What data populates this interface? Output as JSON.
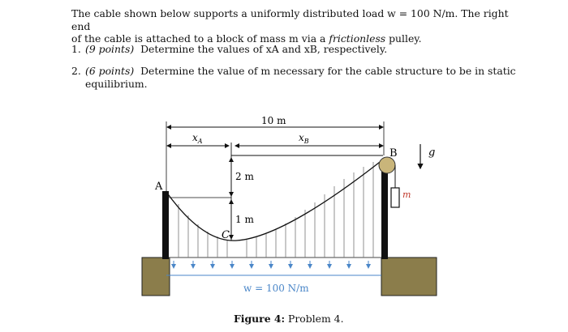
{
  "intro": {
    "line1": "The cable shown below supports a uniformly distributed load w = 100 N/m.  The right end",
    "line2a": "of the cable is attached to a block of mass m via a ",
    "line2b": "frictionless",
    "line2c": " pulley."
  },
  "problems": [
    {
      "number": "1.",
      "points": "(9 points)",
      "text": "Determine the values of xA and xB, respectively."
    },
    {
      "number": "2.",
      "points": "(6 points)",
      "text1": "Determine the value of m necessary for the cable structure to be in static",
      "text2": "equilibrium."
    }
  ],
  "figure": {
    "span_label": "10 m",
    "xa_label": "x",
    "xa_sub": "A",
    "xb_label": "x",
    "xb_sub": "B",
    "sag_top_label": "2 m",
    "sag_bottom_label": "1 m",
    "point_a": "A",
    "point_b": "B",
    "point_c": "C",
    "mass_label": "m",
    "gravity_label": "g",
    "load_label": "w = 100 N/m",
    "colors": {
      "support": "#8b7d4b",
      "pulley": "#c9b57a",
      "load": "#4a86c8",
      "mass": "#c0392b"
    }
  },
  "caption": {
    "label": "Figure 4:",
    "text": " Problem 4."
  }
}
